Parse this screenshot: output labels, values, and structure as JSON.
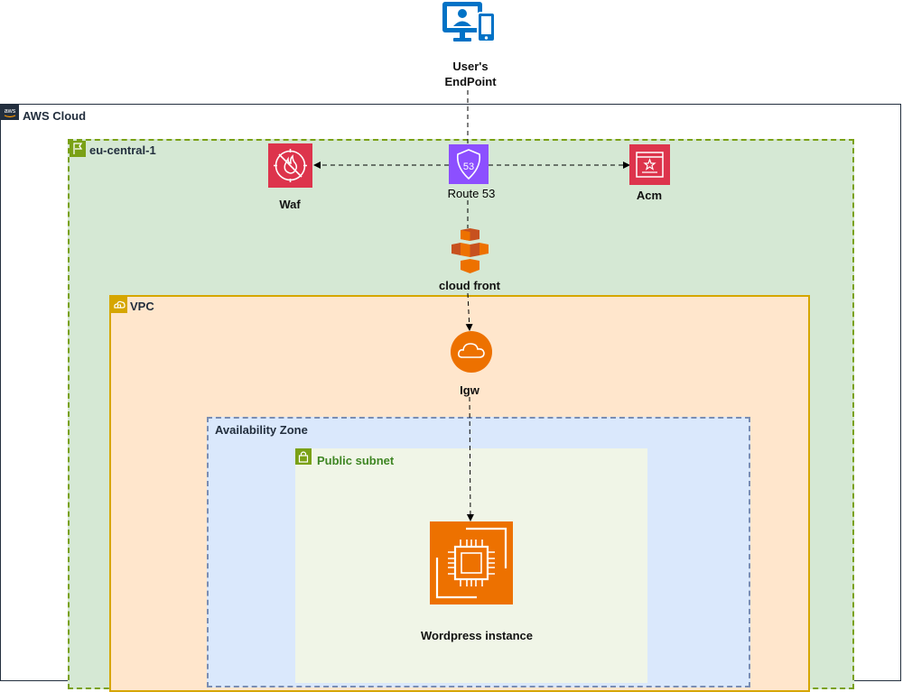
{
  "endpoint": {
    "label_line1": "User's",
    "label_line2": "EndPoint"
  },
  "groups": {
    "aws_cloud": "AWS Cloud",
    "region": "eu-central-1",
    "vpc": "VPC",
    "availability_zone": "Availability Zone",
    "public_subnet": "Public subnet"
  },
  "nodes": {
    "waf": "Waf",
    "route53": "Route 53",
    "acm": "Acm",
    "cloudfront": "cloud front",
    "igw": "Igw",
    "instance": "Wordpress instance"
  },
  "colors": {
    "waf": "#dd344c",
    "acm": "#dd344c",
    "route53": "#8c4fff",
    "cloudfront": "#ed7100",
    "igw": "#ed7100",
    "ec2": "#ed7100",
    "endpoint": "#0072c6",
    "subnet_green": "#3f8624"
  }
}
